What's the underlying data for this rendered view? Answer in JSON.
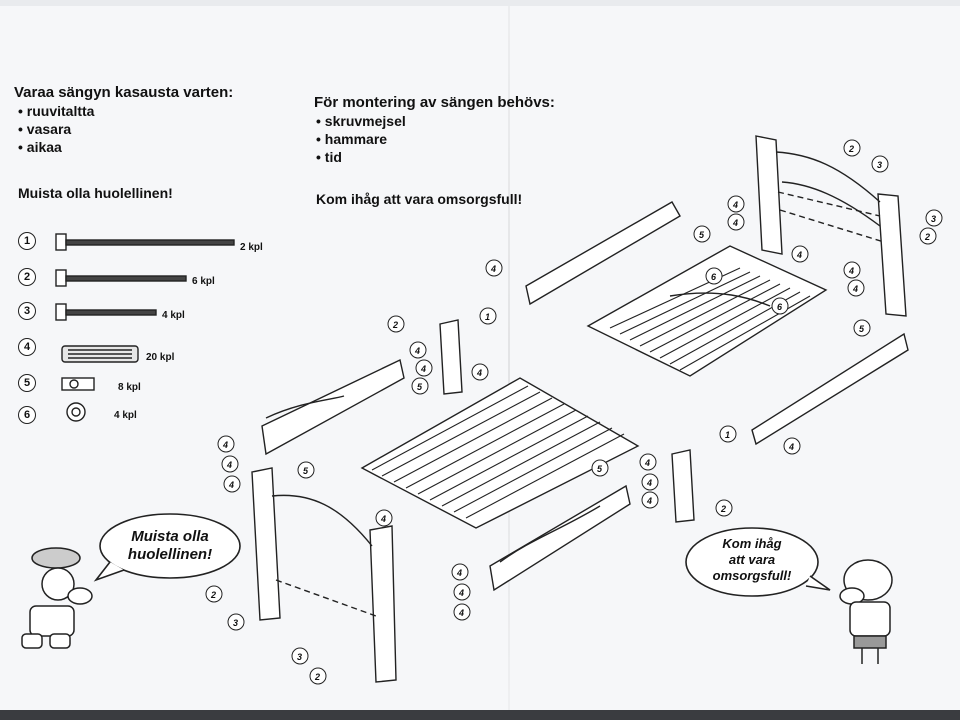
{
  "finnish": {
    "heading": "Varaa sängyn kasausta varten:",
    "items": [
      "ruuvitaltta",
      "vasara",
      "aikaa"
    ],
    "reminder": "Muista olla huolellinen!"
  },
  "swedish": {
    "heading": "För montering av sängen behövs:",
    "items": [
      "skruvmejsel",
      "hammare",
      "tid"
    ],
    "reminder": "Kom ihåg att vara omsorgsfull!"
  },
  "parts": [
    {
      "num": "1",
      "qty": "2 kpl",
      "icon": "long-screw-icon"
    },
    {
      "num": "2",
      "qty": "6 kpl",
      "icon": "medium-screw-icon"
    },
    {
      "num": "3",
      "qty": "4 kpl",
      "icon": "short-screw-icon"
    },
    {
      "num": "4",
      "qty": "20 kpl",
      "icon": "dowel-icon"
    },
    {
      "num": "5",
      "qty": "8 kpl",
      "icon": "nut-icon"
    },
    {
      "num": "6",
      "qty": "4 kpl",
      "icon": "bracket-icon"
    }
  ],
  "bubbles": {
    "finnish": [
      "Muista olla",
      "huolellinen!"
    ],
    "swedish": [
      "Kom ihåg",
      "att vara",
      "omsorgsfull!"
    ]
  },
  "callouts": [
    "1",
    "2",
    "3",
    "4",
    "5",
    "6"
  ]
}
